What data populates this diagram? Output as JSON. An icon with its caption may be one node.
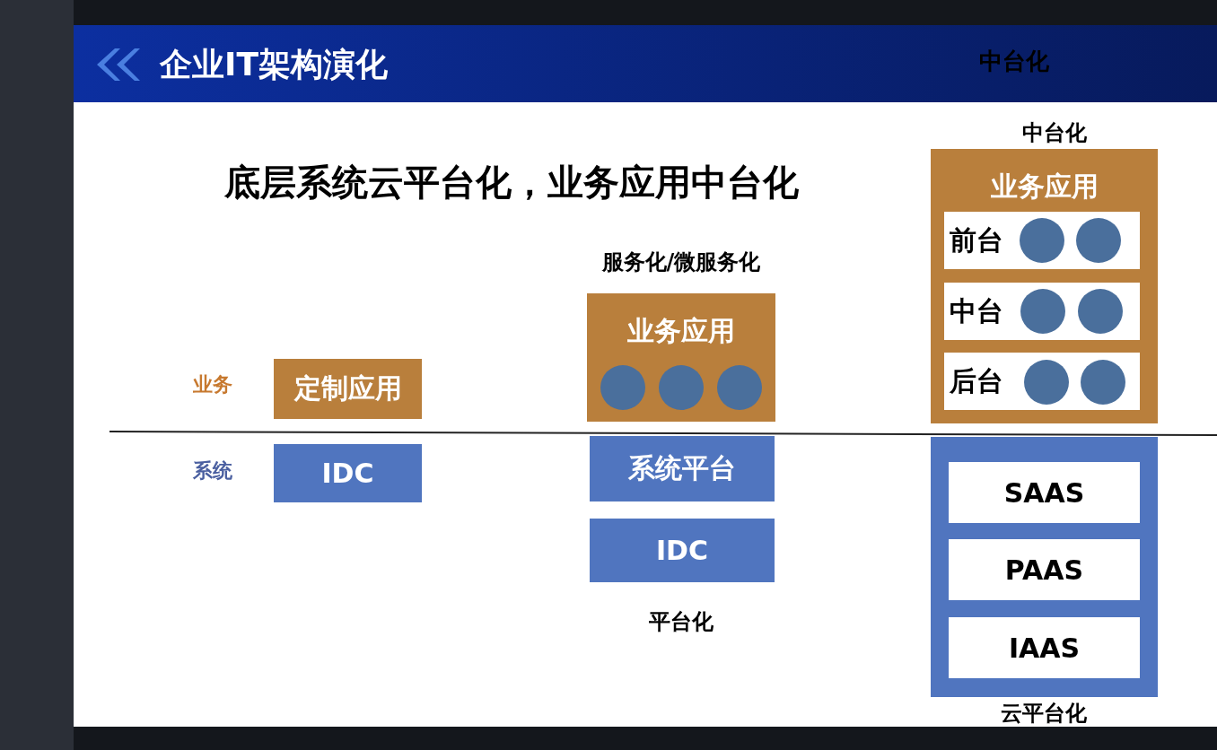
{
  "diagram": {
    "title": "企业IT架构演化",
    "nodes": [
      {
        "text": [
          "定制应用"
        ]
      },
      {
        "text": [
          "IDC"
        ]
      },
      {
        "text": [
          "业务应用"
        ]
      },
      {
        "text": [],
        "shape": "circle",
        "in": 2
      },
      {
        "text": [],
        "shape": "circle",
        "in": 2
      },
      {
        "text": [],
        "shape": "circle",
        "in": 2
      },
      {
        "text": [
          "系统平台"
        ]
      },
      {
        "text": [
          "IDC"
        ]
      },
      {
        "text": [
          "业务应用"
        ]
      },
      {
        "text": [
          "前台"
        ],
        "in": 8
      },
      {
        "text": [],
        "shape": "circle",
        "in": 9
      },
      {
        "text": [],
        "shape": "circle",
        "in": 9
      },
      {
        "text": [
          "中台"
        ],
        "in": 8
      },
      {
        "text": [],
        "shape": "circle",
        "in": 12
      },
      {
        "text": [],
        "shape": "circle",
        "in": 12
      },
      {
        "text": [
          "后台"
        ],
        "in": 8
      },
      {
        "text": [],
        "shape": "circle",
        "in": 15
      },
      {
        "text": [],
        "shape": "circle",
        "in": 15
      },
      {
        "text": [],
        "shape": "box"
      },
      {
        "text": [
          "SAAS"
        ],
        "in": 18
      },
      {
        "text": [
          "PAAS"
        ],
        "in": 18
      },
      {
        "text": [
          "IAAS"
        ],
        "in": 18
      }
    ],
    "edges": [],
    "labels": [
      "中台化",
      "底层系统云平台化，业务应用中台化",
      "中台化",
      "服务化/微服务化",
      "业务",
      "系统",
      "平台化",
      "云平台化"
    ]
  }
}
